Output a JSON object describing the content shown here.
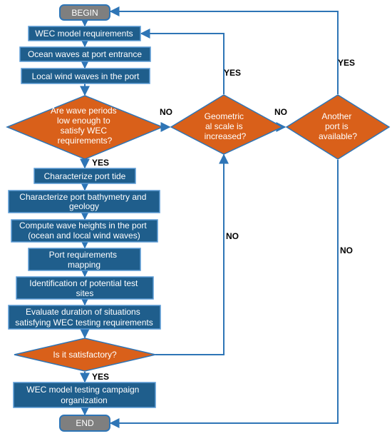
{
  "colors": {
    "process_fill": "#1F5E8C",
    "process_stroke": "#5B9BD5",
    "decision_fill": "#D9601A",
    "decision_stroke": "#2E75B6",
    "terminal_fill": "#7F7F7F",
    "terminal_stroke": "#2E75B6",
    "connector": "#2E75B6"
  },
  "nodes": {
    "begin": {
      "lines": [
        "BEGIN"
      ]
    },
    "wec_req": {
      "lines": [
        "WEC model requirements"
      ]
    },
    "ocean_waves": {
      "lines": [
        "Ocean waves at port entrance"
      ]
    },
    "local_wind": {
      "lines": [
        "Local wind waves in the port"
      ]
    },
    "wave_periods": {
      "lines": [
        "Are wave periods",
        "low enough to",
        "satisfy WEC",
        "requirements?"
      ]
    },
    "geometric_scale": {
      "lines": [
        "Geometric",
        "al scale is",
        "increased?"
      ]
    },
    "another_port": {
      "lines": [
        "Another",
        "port is",
        "available?"
      ]
    },
    "port_tide": {
      "lines": [
        "Characterize port tide"
      ]
    },
    "bathymetry": {
      "lines": [
        "Characterize port bathymetry and",
        "geology"
      ]
    },
    "wave_heights": {
      "lines": [
        "Compute wave heights in the port",
        "(ocean and local wind waves)"
      ]
    },
    "port_req": {
      "lines": [
        "Port requirements",
        "mapping"
      ]
    },
    "test_sites": {
      "lines": [
        "Identification of potential test",
        "sites"
      ]
    },
    "duration": {
      "lines": [
        "Evaluate duration of situations",
        "satisfying WEC testing requirements"
      ]
    },
    "satisfactory": {
      "lines": [
        "Is it satisfactory?"
      ]
    },
    "campaign": {
      "lines": [
        "WEC model testing campaign",
        "organization"
      ]
    },
    "end": {
      "lines": [
        "END"
      ]
    }
  },
  "edge_labels": {
    "yes_geometric": "YES",
    "yes_another": "YES",
    "no_periods": "NO",
    "no_geometric": "NO",
    "yes_periods": "YES",
    "no_satisfactory": "NO",
    "no_another": "NO",
    "yes_satisfactory": "YES"
  }
}
